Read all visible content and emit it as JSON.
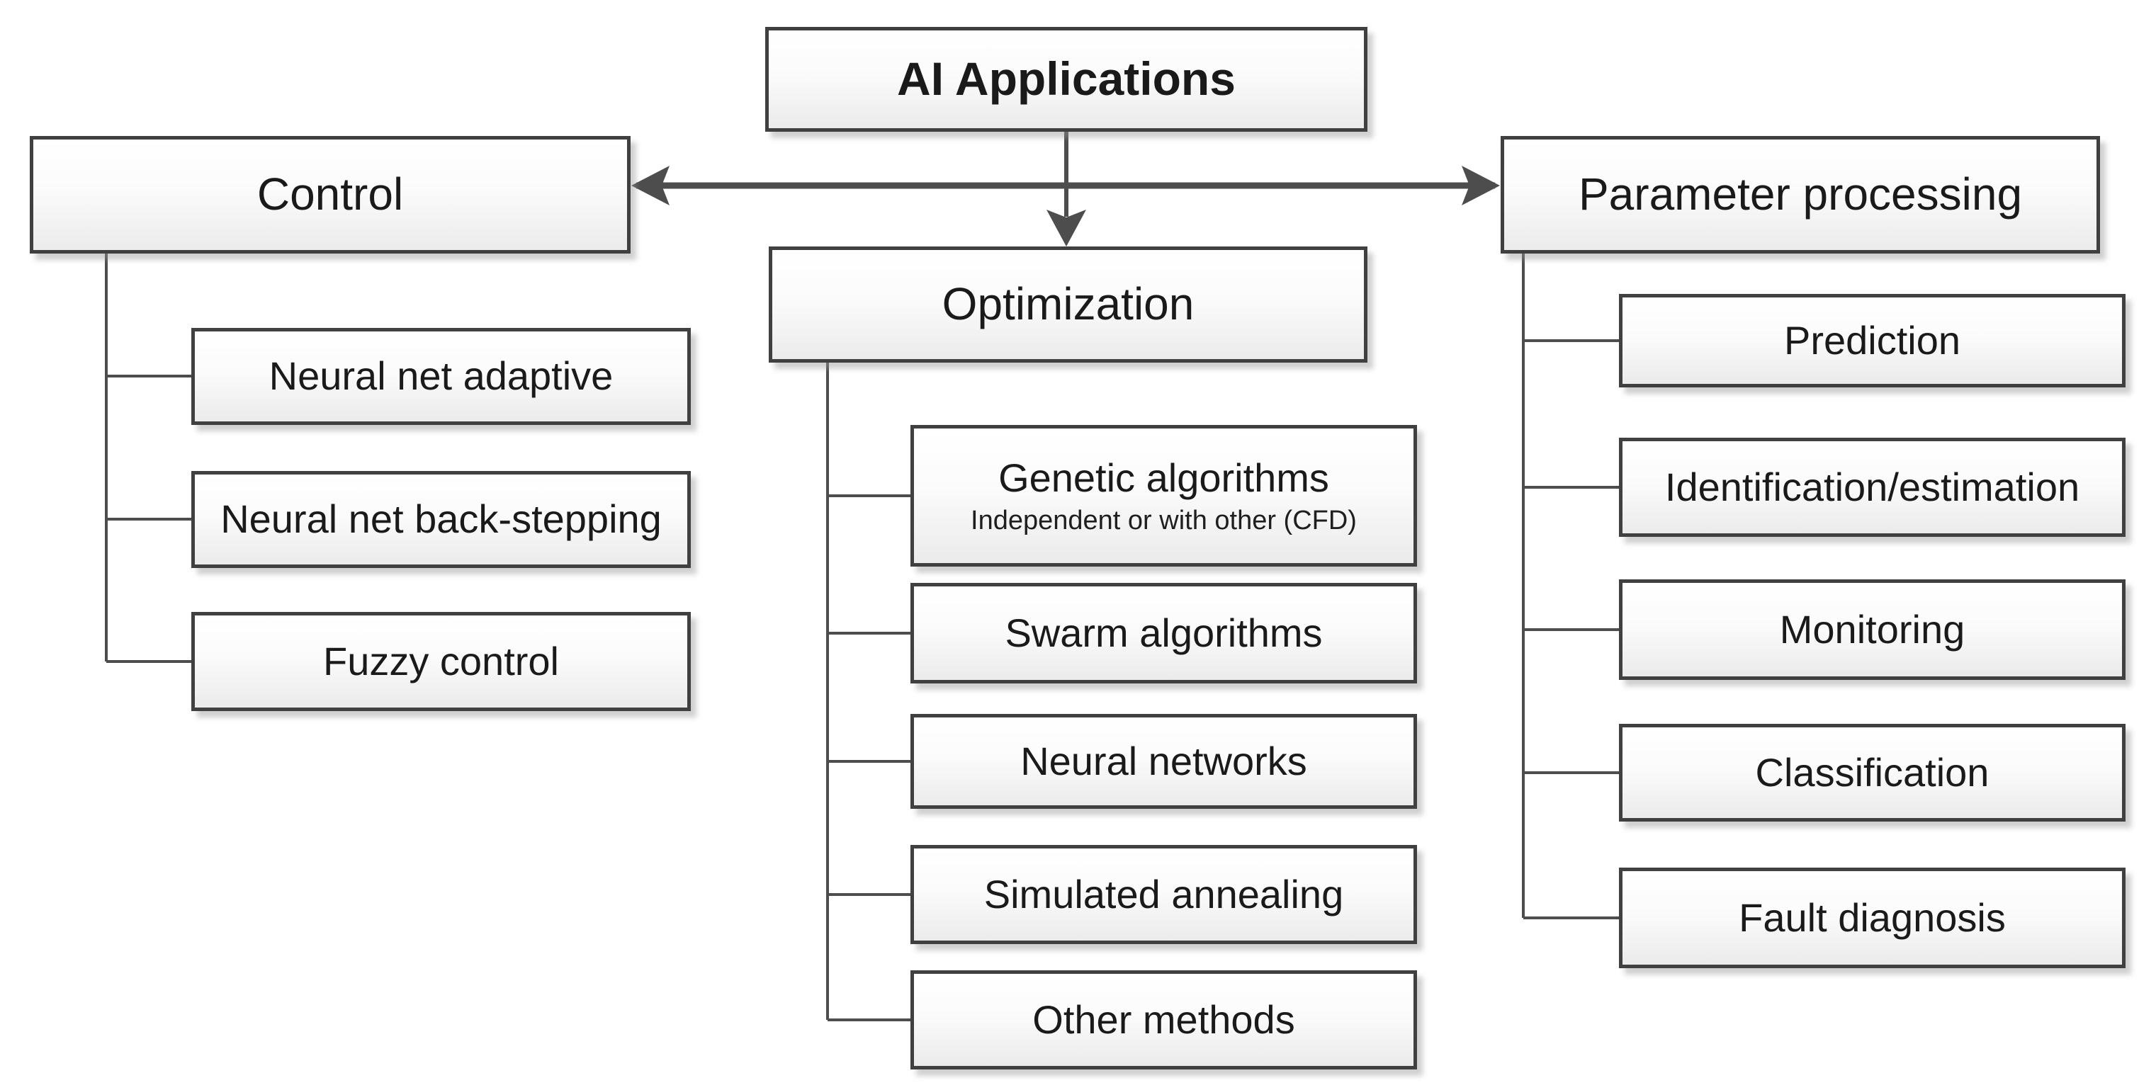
{
  "diagram": {
    "title": "AI Applications",
    "colors": {
      "box_border": "#404040",
      "box_fill_top": "#ffffff",
      "box_fill_bottom": "#ebebeb",
      "connector_line": "#4d4d4d",
      "text": "#1a1a1a"
    },
    "root": {
      "label": "AI Applications"
    },
    "branches": [
      {
        "label": "Control",
        "children": [
          {
            "label": "Neural net adaptive"
          },
          {
            "label": "Neural net back-stepping"
          },
          {
            "label": "Fuzzy control"
          }
        ]
      },
      {
        "label": "Optimization",
        "children": [
          {
            "label": "Genetic algorithms",
            "note": "Independent or with other (CFD)"
          },
          {
            "label": "Swarm algorithms"
          },
          {
            "label": "Neural networks"
          },
          {
            "label": "Simulated annealing"
          },
          {
            "label": "Other methods"
          }
        ]
      },
      {
        "label": "Parameter processing",
        "children": [
          {
            "label": "Prediction"
          },
          {
            "label": "Identification/estimation"
          },
          {
            "label": "Monitoring"
          },
          {
            "label": "Classification"
          },
          {
            "label": "Fault diagnosis"
          }
        ]
      }
    ]
  }
}
